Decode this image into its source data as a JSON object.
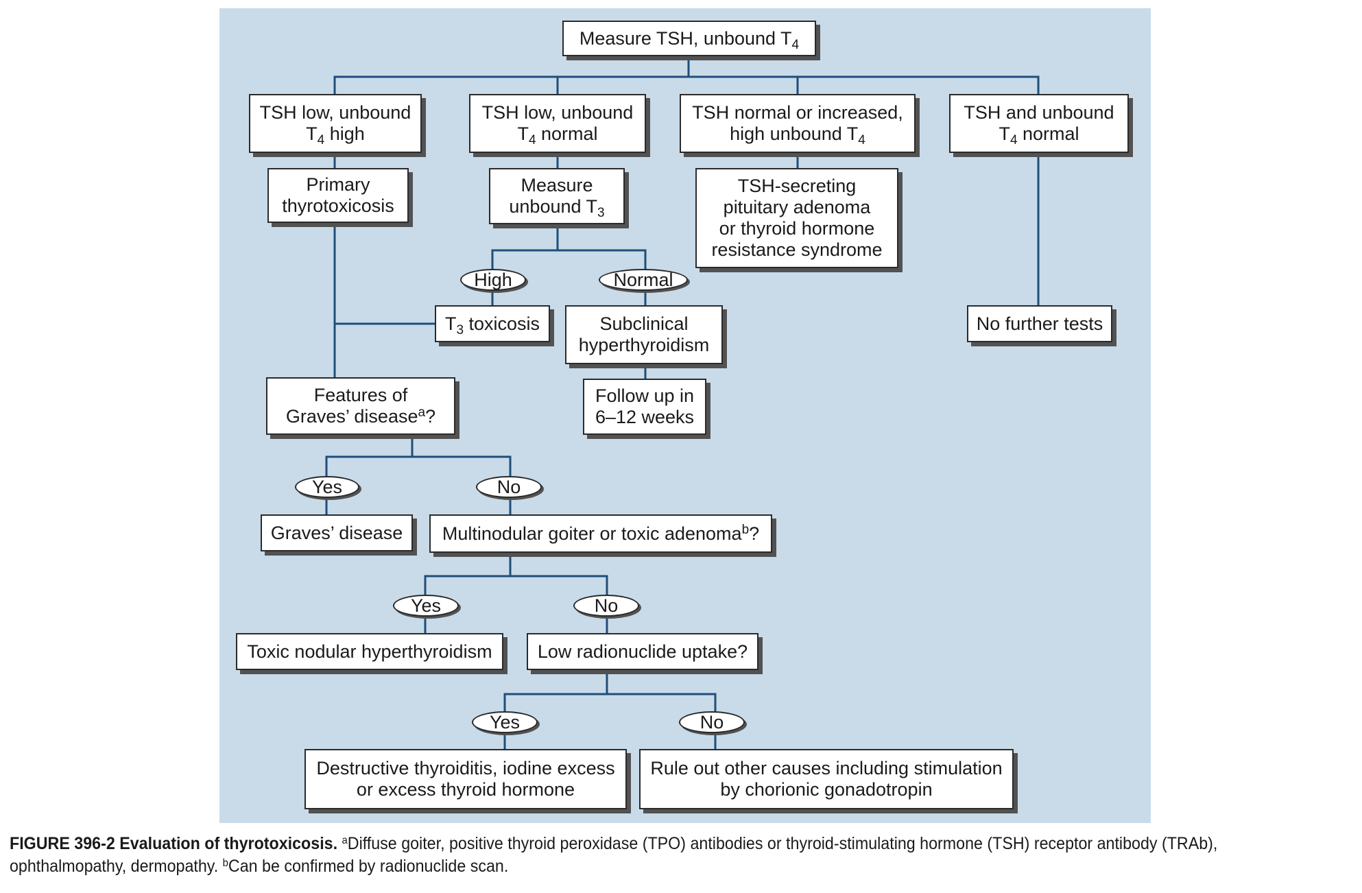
{
  "colors": {
    "panel_background": "#c9dbe9",
    "connector_line": "#1f4e79",
    "box_border": "#2a2a2a",
    "box_shadow": "#525252"
  },
  "nodes": {
    "measure_tsh": {
      "text": "Measure TSH, unbound T",
      "sub": "4"
    },
    "tsh_low_t4_high": {
      "text": "TSH low, unbound\nT",
      "sub": "4",
      "after": " high"
    },
    "tsh_low_t4_normal": {
      "text": "TSH low, unbound\nT",
      "sub": "4",
      "after": " normal"
    },
    "tsh_normal_high_t4": {
      "text": "TSH normal or increased,\nhigh unbound T",
      "sub": "4"
    },
    "tsh_t4_normal": {
      "text": "TSH and unbound\nT",
      "sub": "4",
      "after": " normal"
    },
    "primary_thyrotoxicosis": {
      "text": "Primary\nthyrotoxicosis"
    },
    "measure_t3": {
      "text": "Measure\nunbound T",
      "sub": "3"
    },
    "tsh_secreting": {
      "text": "TSH-secreting\npituitary adenoma\nor thyroid hormone\nresistance syndrome"
    },
    "no_further_tests": {
      "text": "No further tests"
    },
    "t3_toxicosis": {
      "text": "T",
      "sub": "3",
      "after": " toxicosis"
    },
    "subclinical": {
      "text": "Subclinical\nhyperthyroidism"
    },
    "follow_up": {
      "text": "Follow up in\n6–12 weeks"
    },
    "graves_features": {
      "text": "Features of\nGraves’ disease",
      "sup": "a",
      "after": "?"
    },
    "graves_disease": {
      "text": "Graves’ disease"
    },
    "multinodular": {
      "text": "Multinodular goiter or toxic adenoma",
      "sup": "b",
      "after": "?"
    },
    "toxic_nodular": {
      "text": "Toxic nodular hyperthyroidism"
    },
    "low_uptake": {
      "text": "Low radionuclide uptake?"
    },
    "destructive": {
      "text": "Destructive thyroiditis, iodine excess\nor excess thyroid hormone"
    },
    "rule_out": {
      "text": "Rule out other causes including stimulation\nby chorionic gonadotropin"
    }
  },
  "branch_labels": {
    "t3_high": "High",
    "t3_normal": "Normal",
    "graves_yes": "Yes",
    "graves_no": "No",
    "nodular_yes": "Yes",
    "nodular_no": "No",
    "uptake_yes": "Yes",
    "uptake_no": "No"
  },
  "caption": {
    "figure_number": "FIGURE 396-2",
    "figure_title": "Evaluation of thyrotoxicosis.",
    "note_a_mark": "a",
    "note_a": "Diffuse goiter, positive thyroid peroxidase (TPO) antibodies or thyroid-stimulating hormone (TSH) receptor antibody (TRAb),",
    "note_a_cont": "ophthalmopathy, dermopathy. ",
    "note_b_mark": "b",
    "note_b": "Can be confirmed by radionuclide scan."
  }
}
